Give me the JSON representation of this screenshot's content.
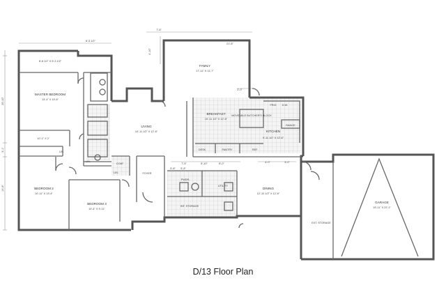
{
  "caption": "D/13 Floor Plan",
  "rooms": {
    "master_closet": "8'-8 1/2\" X 5'-3 1/2\"",
    "master_bedroom_name": "MASTER BEDROOM",
    "master_bedroom_dims": "13'-4\" X 13'-6\"",
    "hall_closet": "10'-1\" X 2'",
    "bedroom2_name": "BEDROOM 2",
    "bedroom2_dims": "10'-11\" X 13'-4\"",
    "bedroom3_name": "BEDROOM 3",
    "bedroom3_dims": "10'-4\" X 9'-11\"",
    "living_name": "LIVING",
    "living_dims": "10'-11 1/2\" X 12'-6\"",
    "family_name": "FAMILY",
    "family_dims": "17'-11\" X 11'-7\"",
    "breakfast_name": "BREAKFAST",
    "breakfast_dims": "10'-11 1/2\" X 12'-6\"",
    "butcher_block": "MOVEABLE BUTCHER'S BLOCK",
    "kitchen_name": "KITCHEN",
    "kitchen_dims": "9'-11 1/2\" X 12'-6\"",
    "range": "RANGE",
    "dw": "D.W.",
    "frig": "FRIG",
    "desk": "DESK",
    "pantry": "PANTRY",
    "ref": "REF.",
    "foyer": "FOYER",
    "dining_name": "DINING",
    "dining_dims": "12'-10 1/2\" X 12'-6\"",
    "powder": "PWDR.",
    "utility": "UTILITY",
    "int_storage": "INT. STORAGE",
    "ext_storage": "EXT. STORAGE",
    "garage_name": "GARAGE",
    "garage_dims": "19'-11\" X 22'-1\"",
    "linen1": "LIN.",
    "linen2": "LIN.",
    "linen3": "LIN.",
    "coat": "COAT"
  },
  "dimensions": {
    "top_closet": "8'-5 1/2\"",
    "top_left": "7'-6\"",
    "top_family": "21'-8\"",
    "left_upper": "20'-10\"",
    "left_mid": "3'-1\"",
    "left_lower": "14'-8\"",
    "bump": "4'-10\"",
    "kitchen_step": "2'-0\"",
    "hall1": "7'-5\"",
    "hall2": "8'-0\"",
    "hall3": "5'-10\"",
    "hall4": "5'-8\"",
    "pwdr_dim": "5'-8\"",
    "garage_step1": "4'-0\"",
    "garage_step2": "3'-0\""
  },
  "colors": {
    "wall": "#555555",
    "tile": "#d9d9d9",
    "text": "#333333"
  }
}
